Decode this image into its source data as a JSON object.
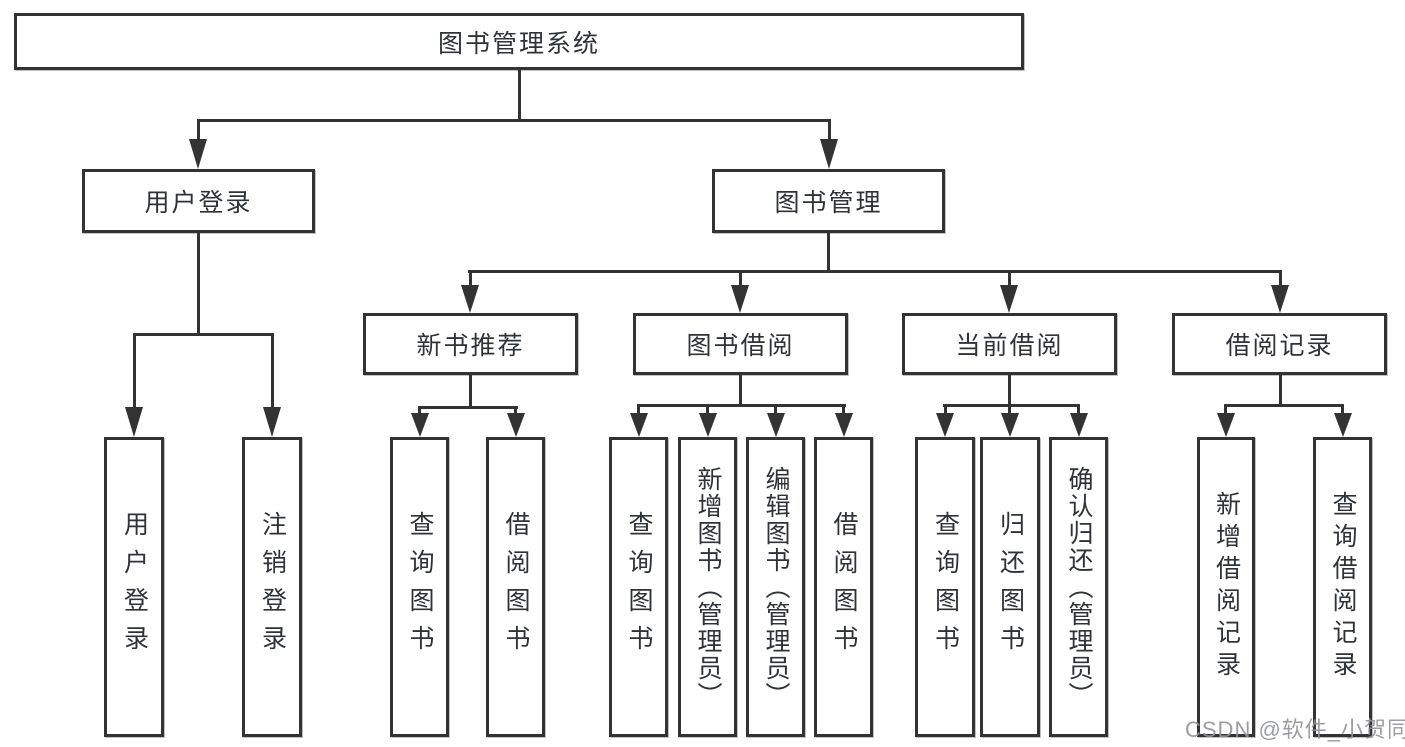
{
  "diagram": {
    "colors": {
      "line": "#333333",
      "text": "#2f3337",
      "background": "#ffffff",
      "watermark": "#919498"
    },
    "root": {
      "label": "图书管理系统"
    },
    "level2": [
      {
        "label": "用户登录"
      },
      {
        "label": "图书管理"
      }
    ],
    "level3": [
      {
        "label": "新书推荐"
      },
      {
        "label": "图书借阅"
      },
      {
        "label": "当前借阅"
      },
      {
        "label": "借阅记录"
      }
    ],
    "leaves": {
      "user_login": [
        {
          "label": "用户登录"
        },
        {
          "label": "注销登录"
        }
      ],
      "new_book_recommend": [
        {
          "label": "查询图书"
        },
        {
          "label": "借阅图书"
        }
      ],
      "book_borrow": [
        {
          "label": "查询图书"
        },
        {
          "label": "新增图书（管理员）"
        },
        {
          "label": "编辑图书（管理员）"
        },
        {
          "label": "借阅图书"
        }
      ],
      "current_borrow": [
        {
          "label": "查询图书"
        },
        {
          "label": "归还图书"
        },
        {
          "label": "确认归还（管理员）"
        }
      ],
      "borrow_records": [
        {
          "label": "新增借阅记录"
        },
        {
          "label": "查询借阅记录"
        }
      ]
    },
    "watermark": "CSDN @软件_小贺同学"
  }
}
